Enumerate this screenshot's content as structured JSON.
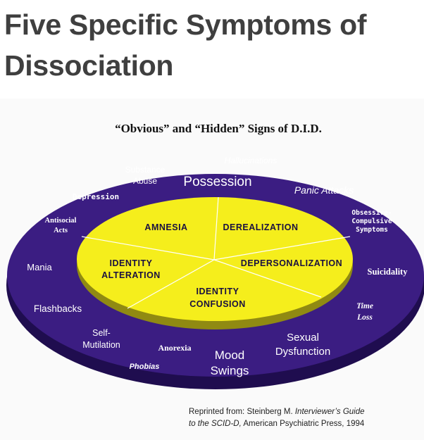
{
  "page": {
    "heading_line1": "Five Specific Symptoms of",
    "heading_line2": "Dissociation"
  },
  "diagram": {
    "title": "“Obvious” and “Hidden” Signs of D.I.D.",
    "core_symptoms": {
      "amnesia": "AMNESIA",
      "derealization": "DEREALIZATION",
      "identity_alteration": [
        "IDENTITY",
        "ALTERATION"
      ],
      "depersonalization": "DEPERSONALIZATION",
      "identity_confusion": [
        "IDENTITY",
        "CONFUSION"
      ]
    },
    "outer_signs": {
      "hallucinations": "Hallucinations",
      "substance_abuse": [
        "Substance",
        "Abuse"
      ],
      "possession": "Possession",
      "depression": "Depression",
      "panic_attacks": "Panic Attacks",
      "antisocial_acts": [
        "Antisocial",
        "Acts"
      ],
      "obsessive_compulsive": [
        "Obsessive-",
        "Compulsive",
        "Symptoms"
      ],
      "mania": "Mania",
      "suicidality": "Suicidality",
      "flashbacks": "Flashbacks",
      "time_loss": [
        "Time",
        "Loss"
      ],
      "self_mutilation": [
        "Self-",
        "Mutilation"
      ],
      "anorexia": "Anorexia",
      "mood_swings": [
        "Mood",
        "Swings"
      ],
      "sexual_dysfunction": [
        "Sexual",
        "Dysfunction"
      ],
      "phobias": "Phobias"
    },
    "reference": {
      "line1_prefix": "Reprinted from:  Steinberg M.",
      "line1_title": "Interviewer’s Guide",
      "line2_title": "to the SCID-D,",
      "line2_suffix": "American Psychiatric Press, 1994"
    },
    "colors": {
      "outer_disc": "#3b1d82",
      "outer_edge": "#1f0d4f",
      "inner_disc": "#f5ee1c",
      "inner_edge": "#908a12",
      "divider": "#ffffff"
    }
  }
}
